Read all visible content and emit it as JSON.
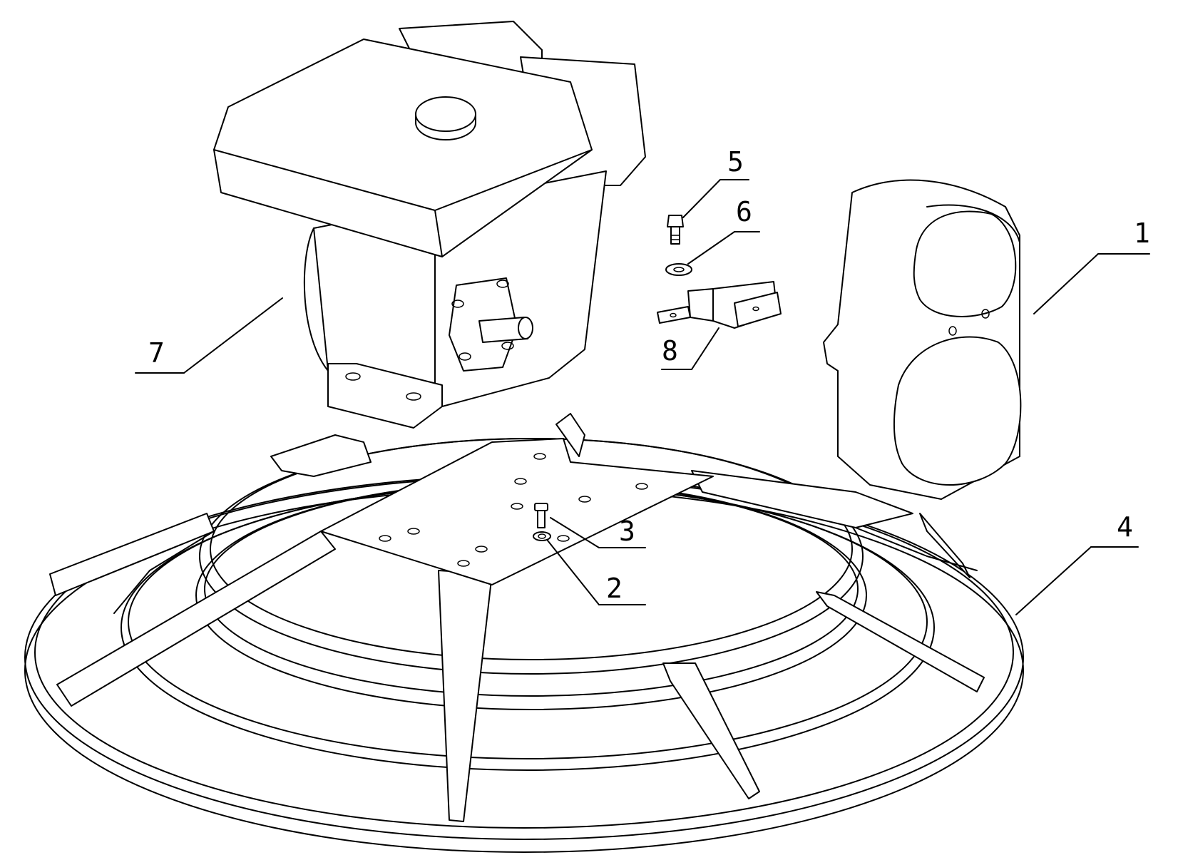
{
  "diagram": {
    "callouts": [
      {
        "id": "part-1",
        "label": "1"
      },
      {
        "id": "part-2",
        "label": "2"
      },
      {
        "id": "part-3",
        "label": "3"
      },
      {
        "id": "part-4",
        "label": "4"
      },
      {
        "id": "part-5",
        "label": "5"
      },
      {
        "id": "part-6",
        "label": "6"
      },
      {
        "id": "part-7",
        "label": "7"
      },
      {
        "id": "part-8",
        "label": "8"
      }
    ],
    "colors": {
      "ink": "#000000",
      "paper": "#ffffff"
    }
  }
}
